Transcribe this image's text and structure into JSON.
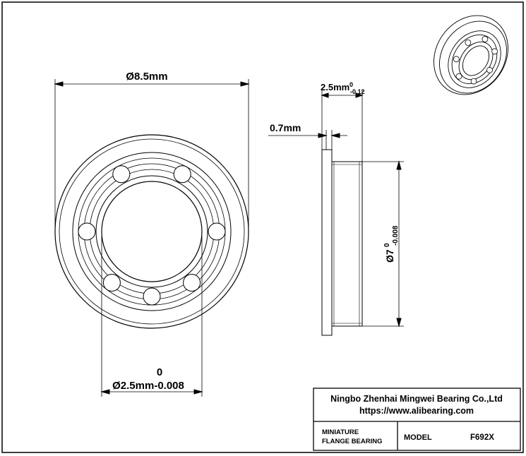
{
  "front_view": {
    "outer_diameter_label": "Ø8.5mm",
    "bore_tolerance_upper": "0",
    "bore_label": "Ø2.5mm-0.008"
  },
  "side_view": {
    "width_label": "2.5mm",
    "width_tol_upper": "0",
    "width_tol_lower": "-0.12",
    "flange_label": "0.7mm",
    "od_label": "Ø7",
    "od_tol_upper": "0",
    "od_tol_lower": "-0.008"
  },
  "title_block": {
    "company": "Ningbo Zhenhai Mingwei Bearing Co.,Ltd",
    "website": "https://www.alibearing.com",
    "category_line1": "MINIATURE",
    "category_line2": "FLANGE BEARING",
    "model_label": "MODEL",
    "model_value": "F692X"
  },
  "colors": {
    "line": "#000000",
    "ball_fill": "#ffffff",
    "background": "#ffffff"
  }
}
